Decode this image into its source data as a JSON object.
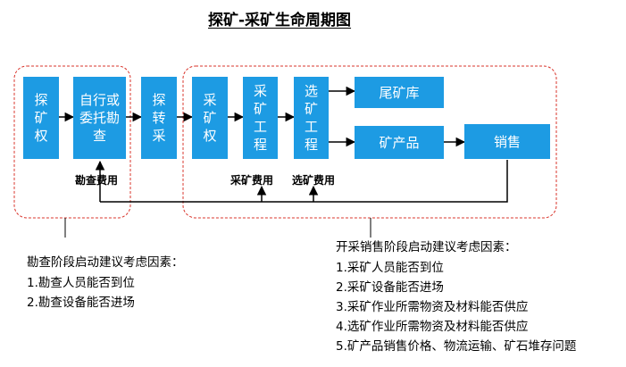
{
  "title": "探矿-采矿生命周期图",
  "boxes": {
    "tan_kuang_quan": "探\n矿\n权",
    "kan_cha": "自行或\n委托勘\n查",
    "tan_zhuan_cai": "探\n转\n采",
    "cai_kuang_quan": "采\n矿\n权",
    "cai_kuang_gong_cheng": "采\n矿\n工\n程",
    "xuan_kuang_gong_cheng": "选\n矿\n工\n程",
    "wei_kuang_ku": "尾矿库",
    "kuang_chan_pin": "矿产品",
    "xiao_shou": "销售"
  },
  "labels": {
    "kan_cha_fei_yong": "勘查费用",
    "cai_kuang_fei_yong": "采矿费用",
    "xuan_kuang_fei_yong": "选矿费用"
  },
  "notes_left": {
    "heading": "勘查阶段启动建议考虑因素：",
    "items": [
      "1.勘查人员能否到位",
      "2.勘查设备能否进场"
    ]
  },
  "notes_right": {
    "heading": "开采销售阶段启动建议考虑因素：",
    "items": [
      "1.采矿人员能否到位",
      "2.采矿设备能否进场",
      "3.采矿作业所需物资及材料能否供应",
      "4.选矿作业所需物资及材料能否供应",
      "5.矿产品销售价格、物流运输、矿石堆存问题"
    ]
  },
  "colors": {
    "box_fill": "#1d9be3",
    "group_border": "#d9342b"
  }
}
